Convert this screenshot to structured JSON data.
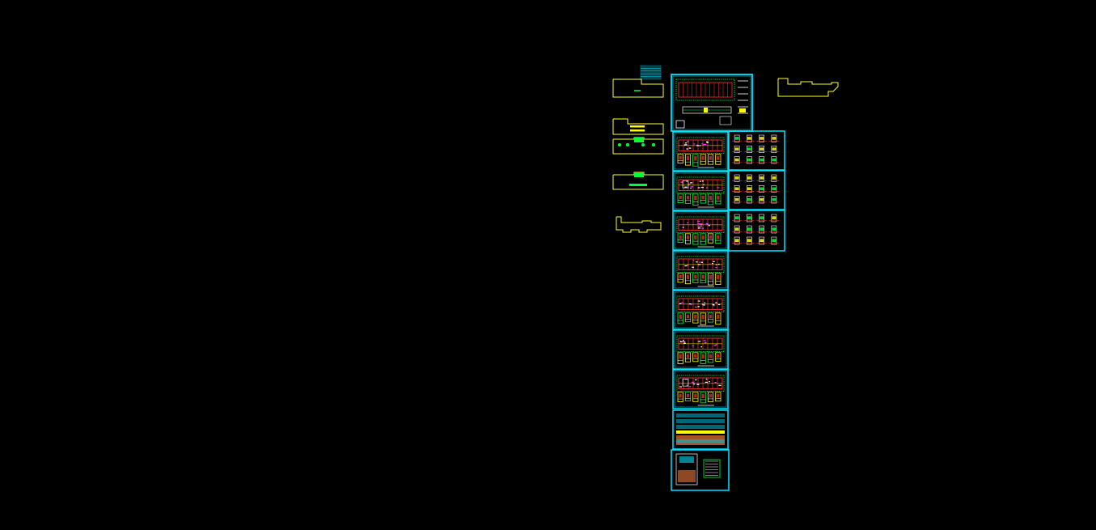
{
  "viewport": {
    "background": "#000000"
  },
  "colors": {
    "sheet_border": "#00e5ff",
    "sheet_inner": "#00bcd4",
    "outline": "#ffff33",
    "wall": "#ff3333",
    "green": "#00ff33",
    "yellow": "#ffff00",
    "white": "#ffffff",
    "magenta": "#ff33ff",
    "cyan_fill": "#00bcd4"
  },
  "drawing": {
    "sheet_kinds": [
      "title-plan",
      "floor-plan",
      "detail-grid",
      "elevation",
      "section-details"
    ],
    "outline_kinds": [
      "notch-outline",
      "stepped-outline",
      "lobed-outline",
      "serrated-outline",
      "legend-table"
    ]
  }
}
